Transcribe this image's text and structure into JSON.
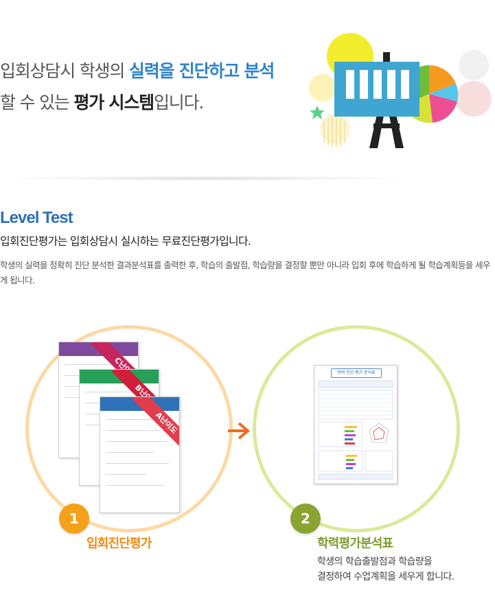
{
  "hero": {
    "line1_part1": "입회상담시 학생의 ",
    "line1_highlight": "실력을 진단하고 분석",
    "line2_part1": "할 수 있는 ",
    "line2_highlight": "평가 시스템",
    "line2_part2": "입니다."
  },
  "level_test": {
    "title": "Level Test",
    "subtitle": "입회진단평가는 입회상담시 실시하는 무료진단평가입니다.",
    "description": "학생의 실력을 정확히 진단 분석한 결과분석표를 출력한 후, 학습의 출발점, 학습량을 결정할 뿐만 아니라 입회 후에 학습하게 될 학습계획등을 세우게 됩니다."
  },
  "steps": [
    {
      "number": "1",
      "label": "입회진단평가",
      "ribbons": [
        "C난이도",
        "B난이도",
        "A난이도"
      ]
    },
    {
      "number": "2",
      "label": "학력평가분석표",
      "desc_line1": "학생의 학습출발점과 학습량을",
      "desc_line2": "결정하여 수업계획을 세우게 합니다.",
      "report_title": "학력 진단 평가 분석표"
    }
  ],
  "colors": {
    "accent_blue": "#2f83c9",
    "step1_orange": "#f5a21a",
    "step2_green": "#8aa431",
    "circle1": "#fcd9a3",
    "circle2": "#d9ea9a"
  }
}
